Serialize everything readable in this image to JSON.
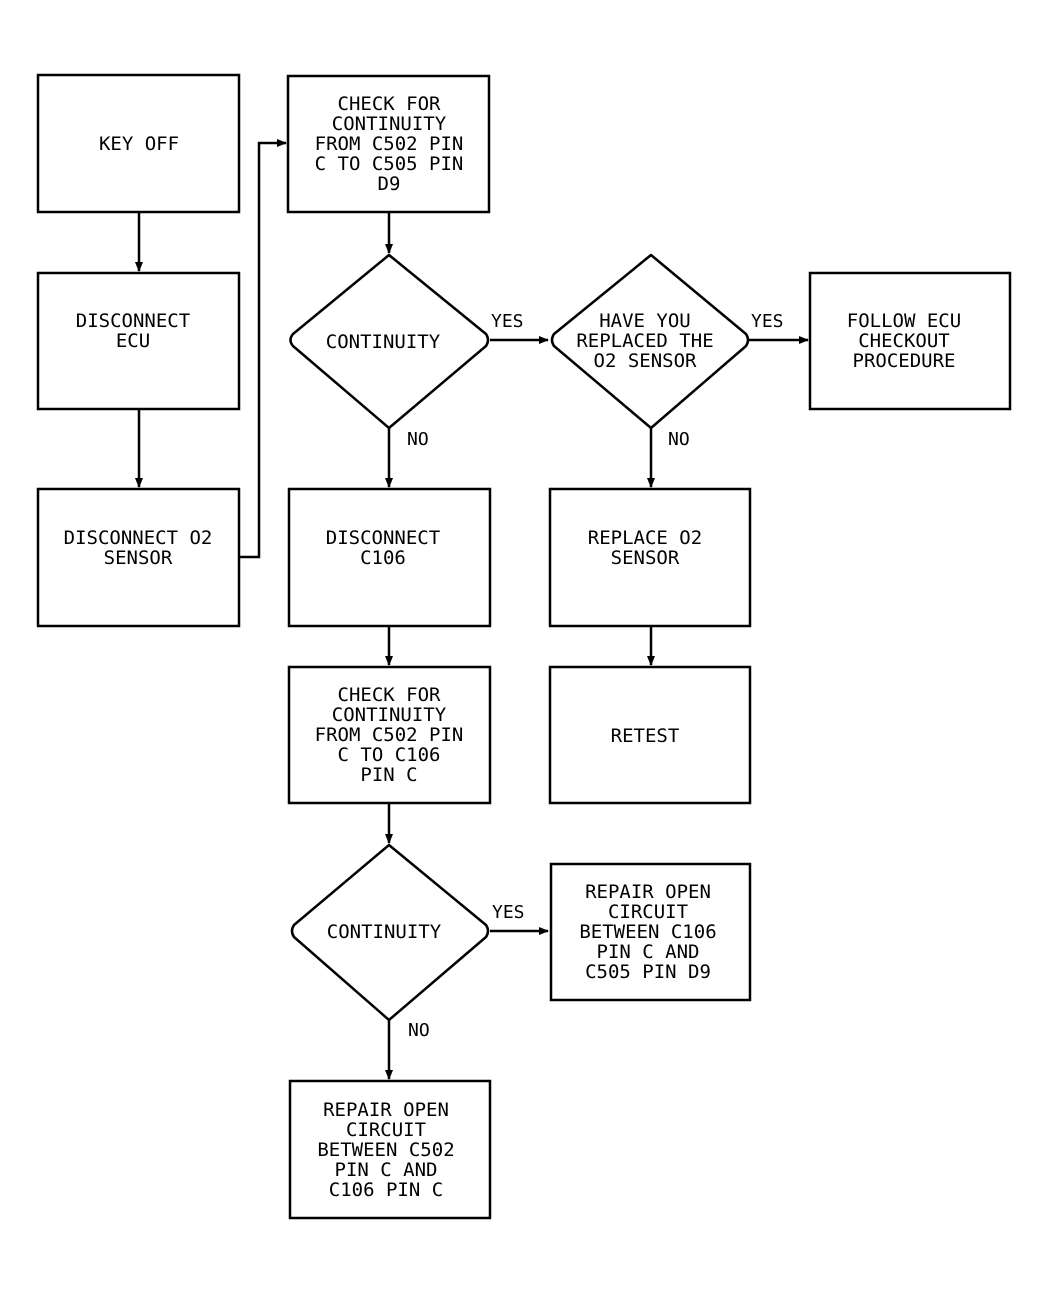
{
  "nodes": {
    "key_off": [
      "KEY OFF"
    ],
    "disconnect_ecu": [
      "DISCONNECT",
      "ECU"
    ],
    "disconnect_o2_sensor": [
      "DISCONNECT O2",
      "SENSOR"
    ],
    "check_c502_c505": [
      "CHECK FOR",
      "CONTINUITY",
      "FROM C502 PIN",
      "C TO C505 PIN",
      "D9"
    ],
    "continuity_1": [
      "CONTINUITY"
    ],
    "replaced_o2_question": [
      "HAVE YOU",
      "REPLACED THE",
      "O2 SENSOR"
    ],
    "follow_ecu_checkout": [
      "FOLLOW ECU",
      "CHECKOUT",
      "PROCEDURE"
    ],
    "disconnect_c106": [
      "DISCONNECT",
      "C106"
    ],
    "replace_o2_sensor": [
      "REPLACE O2",
      "SENSOR"
    ],
    "check_c502_c106": [
      "CHECK FOR",
      "CONTINUITY",
      "FROM C502 PIN",
      "C TO C106",
      "PIN C"
    ],
    "retest": [
      "RETEST"
    ],
    "continuity_2": [
      "CONTINUITY"
    ],
    "repair_c106_c505": [
      "REPAIR OPEN",
      "CIRCUIT",
      "BETWEEN C106",
      "PIN C AND",
      "C505 PIN D9"
    ],
    "repair_c502_c106": [
      "REPAIR OPEN",
      "CIRCUIT",
      "BETWEEN C502",
      "PIN C AND",
      "C106 PIN C"
    ]
  },
  "edge_labels": {
    "yes_1": "YES",
    "no_1": "NO",
    "yes_2": "YES",
    "no_2": "NO",
    "yes_3": "YES",
    "no_3": "NO"
  }
}
